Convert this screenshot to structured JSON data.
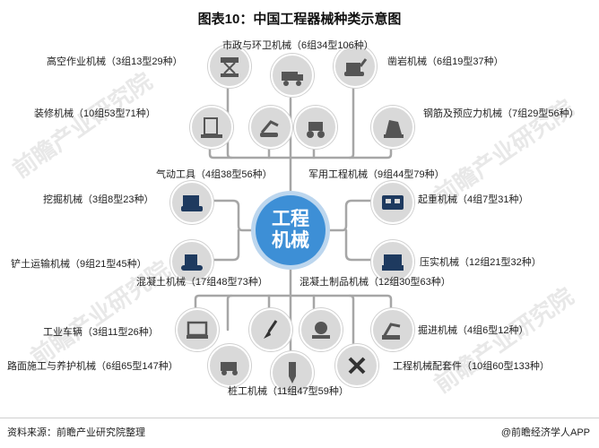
{
  "title": "图表10：中国工程器械种类示意图",
  "center": {
    "line1": "工程",
    "line2": "机械"
  },
  "items": {
    "gaokong": "高空作业机械（3组13型29种）",
    "shizheng": "市政与环卫机械（6组34型106种）",
    "zaoyan": "凿岩机械（6组19型37种）",
    "zhuangxiu": "装修机械（10组53型71种）",
    "gangjin": "钢筋及预应力机械（7组29型56种）",
    "qidong": "气动工具（4组38型56种）",
    "junyong": "军用工程机械（9组44型79种）",
    "wajue": "挖掘机械（3组8型23种）",
    "qizhong": "起重机械（4组7型31种）",
    "chantu": "铲土运输机械（9组21型45种）",
    "yashi": "压实机械（12组21型32种）",
    "hunningtu": "混凝土机械（17组48型73种）",
    "hunningtuzhipin": "混凝土制品机械（12组30型63种）",
    "gongyecheliang": "工业车辆（3组11型26种）",
    "juejin": "掘进机械（4组6型12种）",
    "lumian": "路面施工与养护机械（6组65型147种）",
    "peitao": "工程机械配套件（10组60型133种）",
    "zhuanggong": "桩工机械（11组47型59种）"
  },
  "footer": {
    "source": "资料来源：前瞻产业研究院整理",
    "brand": "@前瞻经济学人APP"
  },
  "watermark": "前瞻产业研究院",
  "colors": {
    "center": "#3d8fd6",
    "lines": "#a6a6a6",
    "node": "#d9d9d9"
  }
}
